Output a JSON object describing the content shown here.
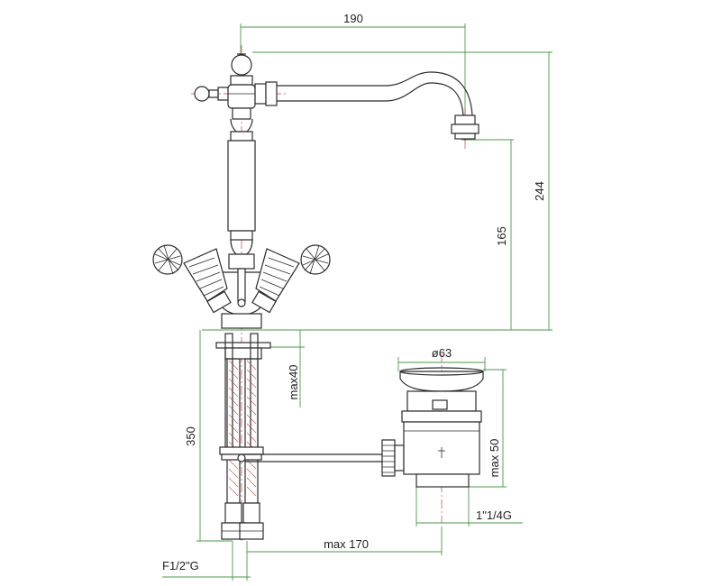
{
  "dimensions": {
    "spout_reach": "190",
    "total_height": "244",
    "spout_height": "165",
    "max_deck": "max40",
    "hose_length": "350",
    "drain_diameter": "ø63",
    "drain_max_thickness": "max 50",
    "drain_thread": "1\"1/4G",
    "max_distance": "max 170",
    "inlet_thread": "F1/2\"G"
  },
  "colors": {
    "outline": "#2b2b2b",
    "dimension_lines": "#4a9a4a",
    "center_lines": "#d04040"
  }
}
